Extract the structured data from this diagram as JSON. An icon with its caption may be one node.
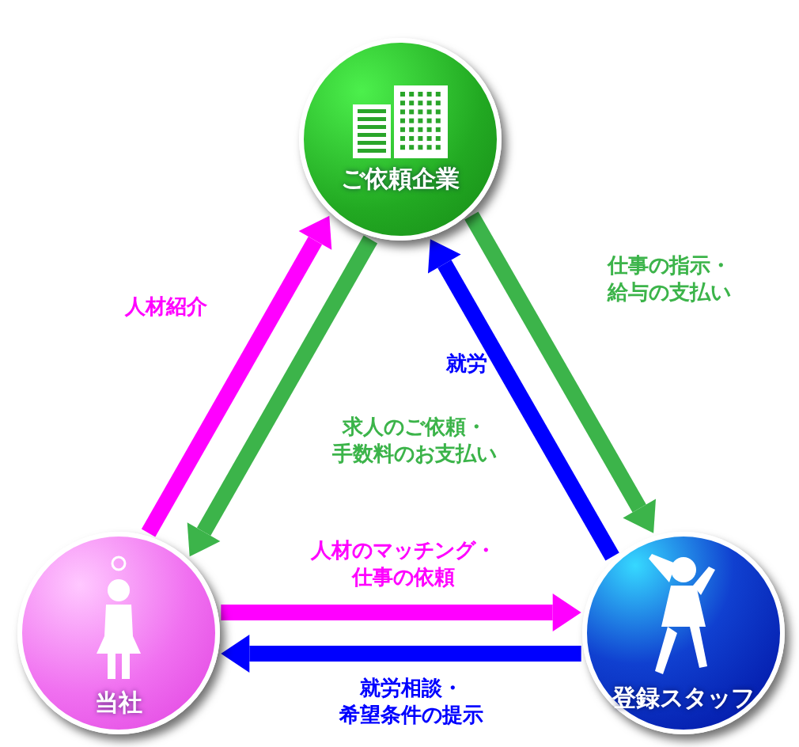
{
  "diagram": {
    "nodes": [
      {
        "text": [
          "ご依頼企業"
        ]
      },
      {
        "text": [
          "当社"
        ]
      },
      {
        "text": [
          "登録スタッフ"
        ]
      }
    ],
    "edges": [
      {
        "from": 1,
        "to": 0,
        "arrow": "to",
        "label": "人材紹介",
        "color": "#ff00ff"
      },
      {
        "from": 0,
        "to": 1,
        "arrow": "to",
        "label": "求人のご依頼・手数料のお支払い",
        "color": "#3cb44a"
      },
      {
        "from": 0,
        "to": 2,
        "arrow": "to",
        "label": "仕事の指示・給与の支払い",
        "color": "#3cb44a"
      },
      {
        "from": 2,
        "to": 0,
        "arrow": "to",
        "label": "就労",
        "color": "#0000ff"
      },
      {
        "from": 1,
        "to": 2,
        "arrow": "to",
        "label": "人材のマッチング・仕事の依頼",
        "color": "#ff00ff"
      },
      {
        "from": 2,
        "to": 1,
        "arrow": "to",
        "label": "就労相談・希望条件の提示",
        "color": "#0000ff"
      }
    ]
  }
}
